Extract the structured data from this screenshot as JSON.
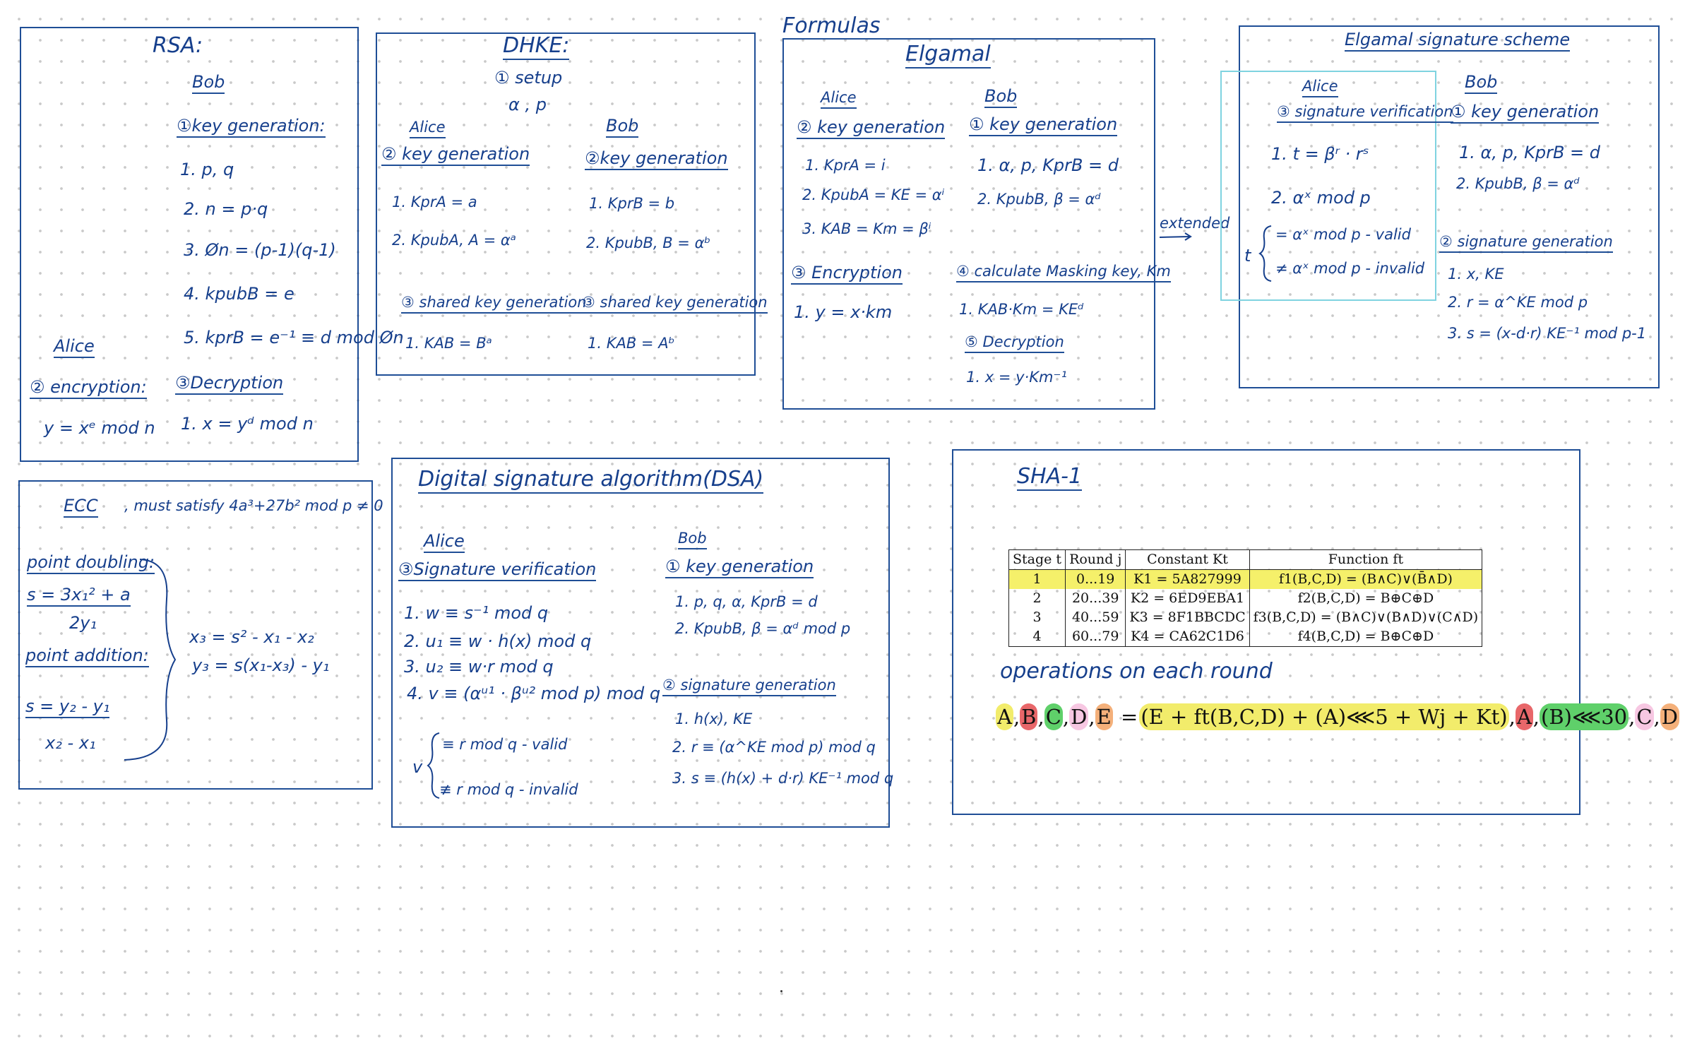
{
  "formulas_label": "Formulas",
  "rsa": {
    "title": "RSA:",
    "bob": "Bob",
    "keygen": "①key generation:",
    "steps": [
      "1. p, q",
      "2. n = p·q",
      "3. Øn = (p-1)(q-1)",
      "4. kpubB = e",
      "5. kprB = e⁻¹ ≡ d mod Øn"
    ],
    "alice": "Alice",
    "encryption": "② encryption:",
    "enc_formula": "y = xᵉ mod n",
    "decryption": "③Decryption",
    "dec_formula": "1. x = yᵈ mod n"
  },
  "dhke": {
    "title": "DHKE:",
    "setup": "① setup",
    "setup_params": "α , p",
    "alice": "Alice",
    "alice_keygen": "② key generation",
    "alice_steps": [
      "1. KprA = a",
      "2. KpubA, A = αᵃ"
    ],
    "alice_shared": "③ shared key generation",
    "alice_shared_step": "1. KAB = Bᵃ",
    "bob": "Bob",
    "bob_keygen": "②key generation",
    "bob_steps": [
      "1. KprB = b",
      "2. KpubB, B = αᵇ"
    ],
    "bob_shared": "③ shared key generation",
    "bob_shared_step": "1. KAB = Aᵇ"
  },
  "elgamal": {
    "title": "Elgamal",
    "alice": "Alice",
    "alice_keygen": "② key generation",
    "alice_steps": [
      "1. KprA = i",
      "2. KpubA = KE = αⁱ",
      "3. KAB = Km = βⁱ"
    ],
    "encryption": "③ Encryption",
    "enc_step": "1. y = x·km",
    "bob": "Bob",
    "bob_keygen": "① key generation",
    "bob_steps": [
      "1. α, p, KprB = d",
      "2. KpubB, β = αᵈ"
    ],
    "masking": "④ calculate Masking key, Km",
    "masking_step": "1. KAB·Km = KEᵈ",
    "decryption": "⑤ Decryption",
    "dec_step": "1. x = y·Km⁻¹",
    "extended": "extended"
  },
  "elgamal_sig": {
    "title": "Elgamal signature scheme",
    "alice": "Alice",
    "verification": "③ signature verification",
    "ver_steps": [
      "1. t = βʳ · rˢ",
      "2. αˣ mod p"
    ],
    "t_label": "t",
    "valid": "= αˣ mod p - valid",
    "invalid": "≠ αˣ mod p - invalid",
    "bob": "Bob",
    "keygen": "① key generation",
    "key_steps": [
      "1. α, p, KprB = d",
      "2. KpubB, β = αᵈ"
    ],
    "siggen": "② signature generation",
    "sig_steps": [
      "1. x, KE",
      "2. r = α^KE mod p",
      "3. s = (x-d·r) KE⁻¹ mod p-1"
    ]
  },
  "ecc": {
    "title": "ECC",
    "condition": ", must satisfy 4a³+27b² mod p ≠ 0",
    "doubling": "point doubling:",
    "doubling_num": "s = 3x₁² + a",
    "doubling_den": "2y₁",
    "addition": "point addition:",
    "addition_num": "s = y₂ - y₁",
    "addition_den": "x₂ - x₁",
    "x3": "x₃ = s² - x₁ - x₂",
    "y3": "y₃ = s(x₁-x₃) - y₁"
  },
  "dsa": {
    "title": "Digital signature algorithm(DSA)",
    "alice": "Alice",
    "verification": "③Signature verification",
    "ver_steps": [
      "1. w ≡ s⁻¹ mod q",
      "2. u₁ ≡ w · h(x) mod q",
      "3. u₂ ≡ w·r mod q",
      "4. v ≡ (αᵘ¹ · βᵘ² mod p) mod q"
    ],
    "v_label": "v",
    "valid": "≡ r mod q - valid",
    "invalid": "≢ r mod q - invalid",
    "bob": "Bob",
    "keygen": "① key generation",
    "key_steps": [
      "1. p, q, α, KprB = d",
      "2. KpubB, β = αᵈ mod p"
    ],
    "siggen": "② signature generation",
    "sig_steps": [
      "1. h(x), KE",
      "2. r ≡ (α^KE mod p) mod q",
      "3. s ≡ (h(x) + d·r) KE⁻¹ mod q"
    ]
  },
  "sha": {
    "title": "SHA-1",
    "headers": [
      "Stage t",
      "Round j",
      "Constant Kt",
      "Function ft"
    ],
    "rows": [
      [
        "1",
        "0...19",
        "K1 = 5A827999",
        "f1(B,C,D) = (B∧C)∨(B̄∧D)"
      ],
      [
        "2",
        "20...39",
        "K2 = 6ED9EBA1",
        "f2(B,C,D) = B⊕C⊕D"
      ],
      [
        "3",
        "40...59",
        "K3 = 8F1BBCDC",
        "f3(B,C,D) = (B∧C)∨(B∧D)∨(C∧D)"
      ],
      [
        "4",
        "60...79",
        "K4 = CA62C1D6",
        "f4(B,C,D) = B⊕C⊕D"
      ]
    ],
    "operations": "operations on each round",
    "eq_parts": [
      "A",
      "B",
      "C",
      "D",
      "E",
      "= ",
      "(E + ft(B,C,D) + (A)⋘5 + Wj + Kt)",
      "A",
      "(B)⋘30",
      "C",
      "D"
    ]
  }
}
